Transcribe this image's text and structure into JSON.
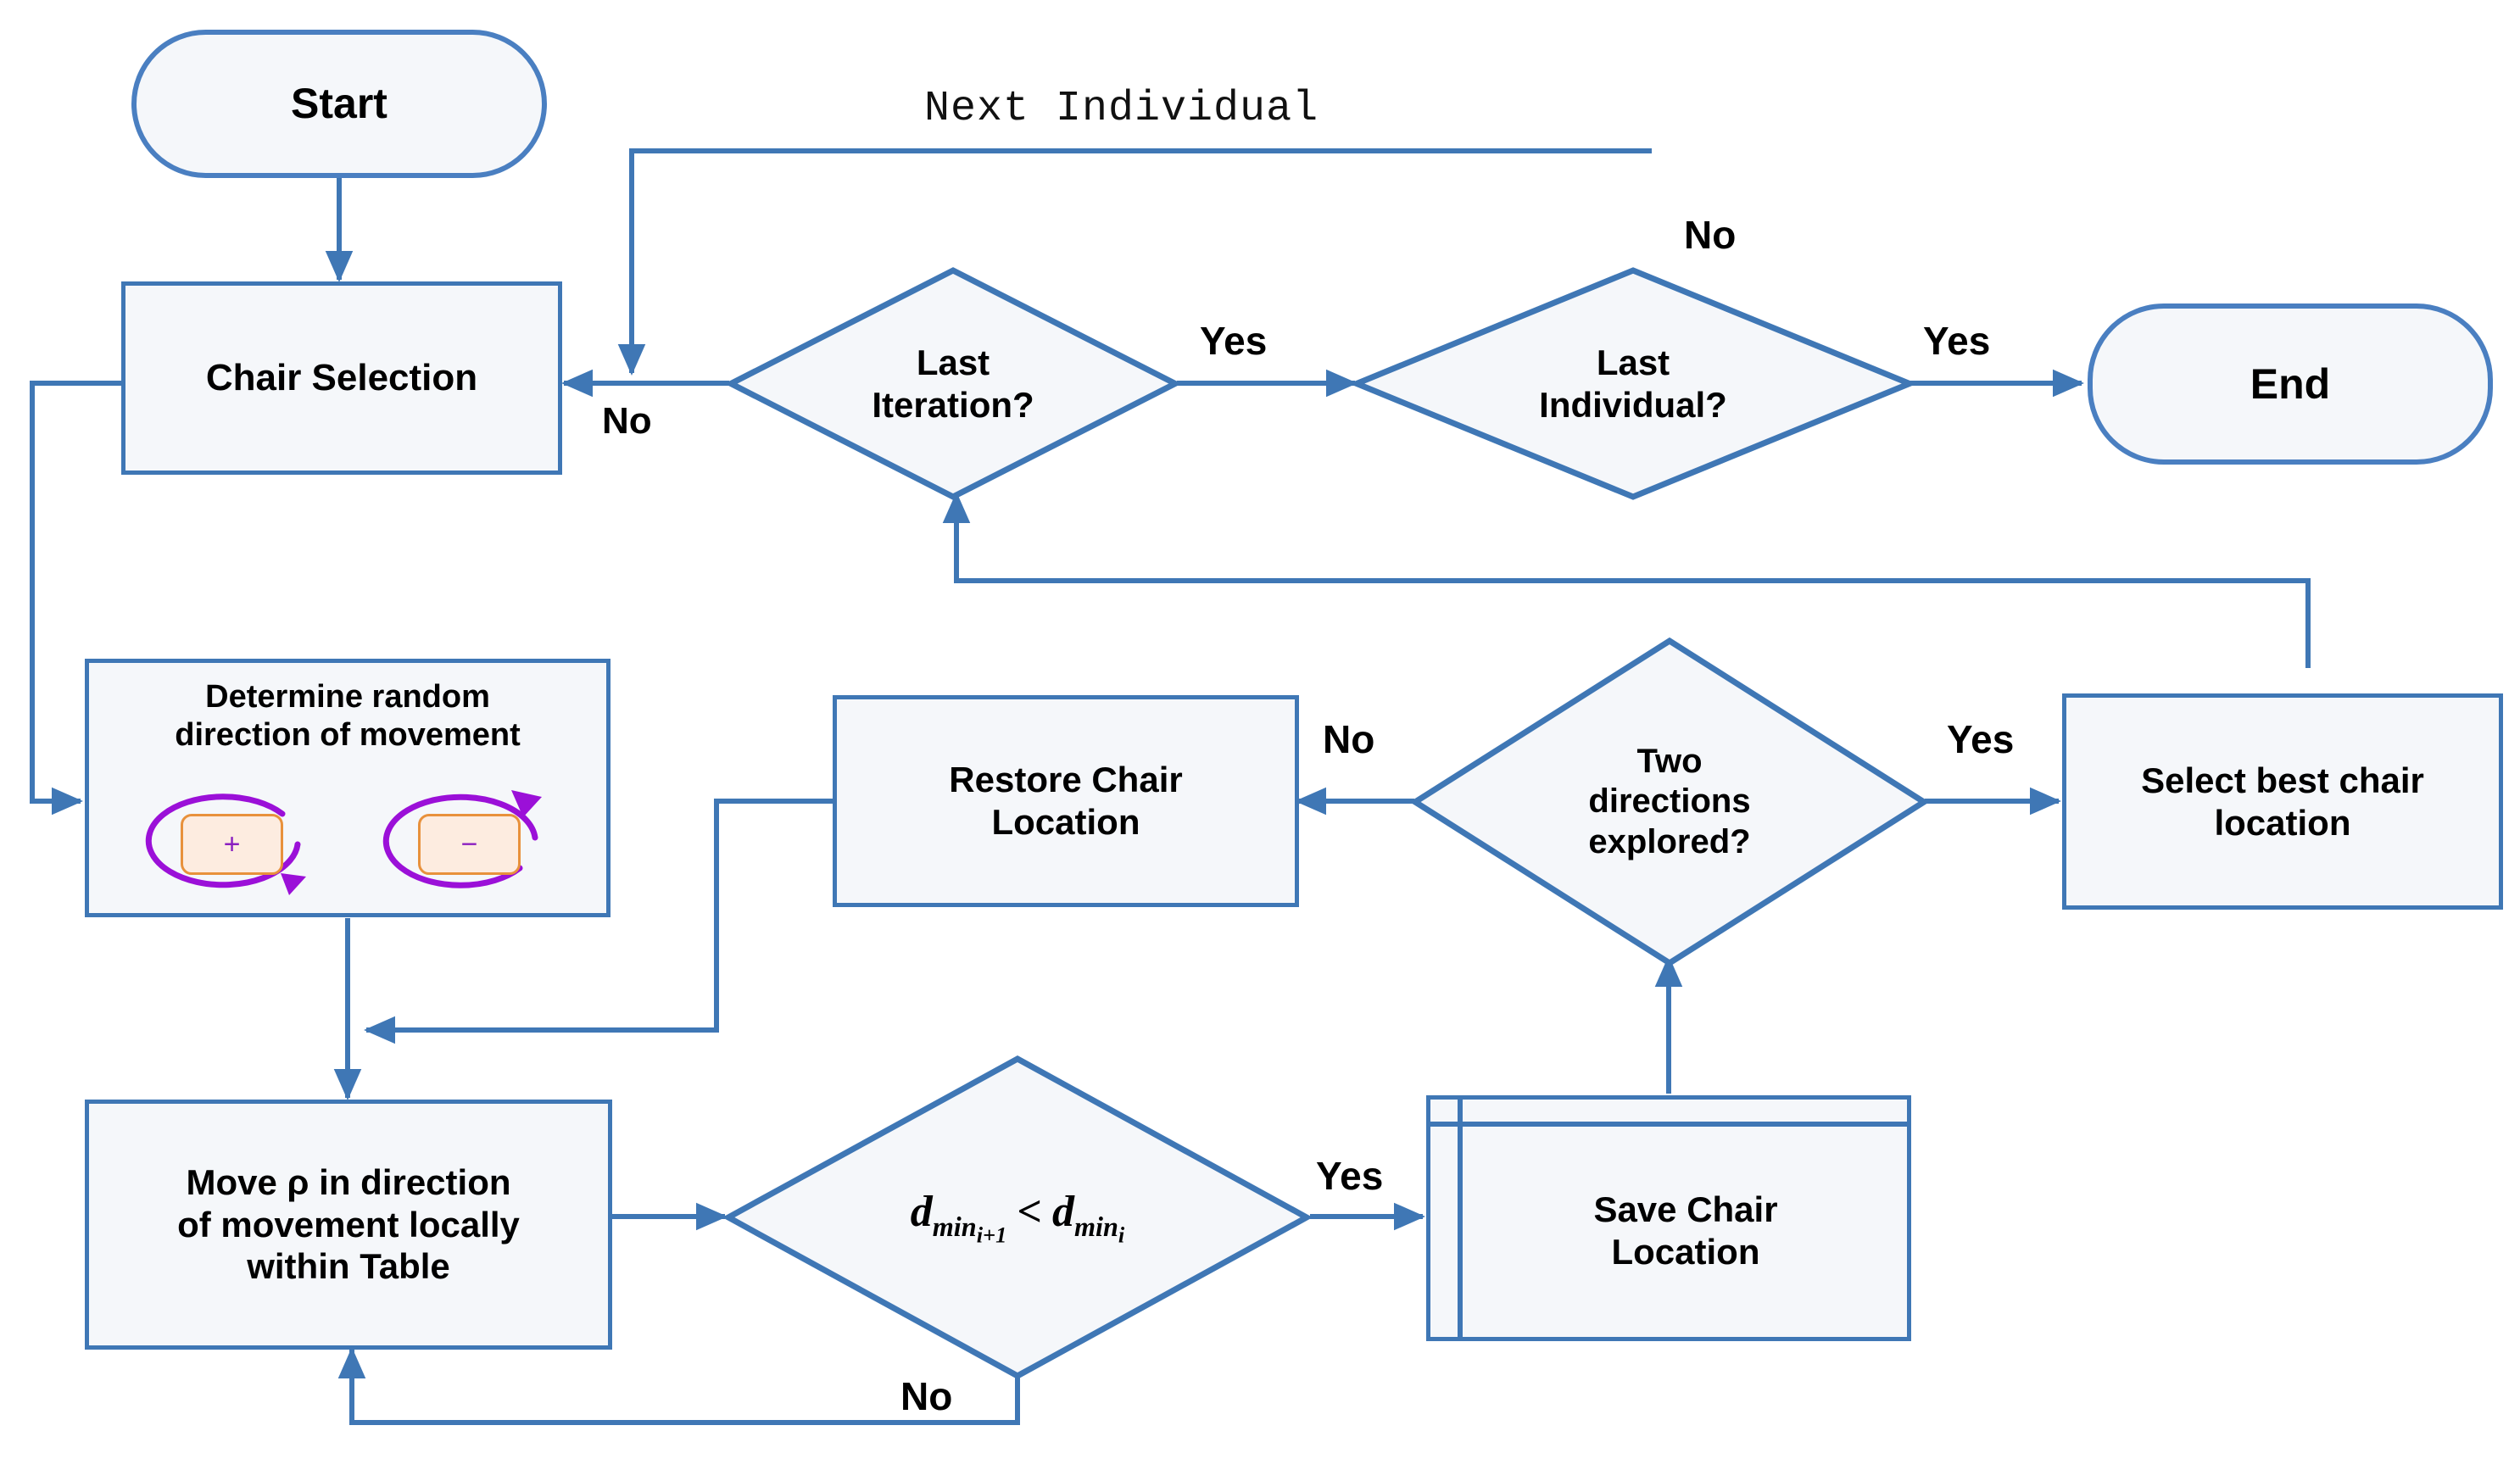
{
  "diagram": {
    "title": "Chair optimization flowchart",
    "colors": {
      "edge": "#3f77b5",
      "node_fill": "#f5f7fa",
      "node_stroke": "#3f77b5",
      "icon_purple": "#9b10d8",
      "icon_orange": "#e8913c",
      "icon_orange_fill": "#fdece0",
      "text": "#000000"
    },
    "nodes": {
      "start": {
        "label": "Start",
        "shape": "terminator"
      },
      "chair_selection": {
        "label": "Chair Selection",
        "shape": "process"
      },
      "last_iteration": {
        "label_line1": "Last",
        "label_line2": "Iteration?",
        "shape": "decision"
      },
      "last_individual": {
        "label_line1": "Last",
        "label_line2": "Individual?",
        "shape": "decision"
      },
      "end": {
        "label": "End",
        "shape": "terminator"
      },
      "determine_direction": {
        "label_line1": "Determine random",
        "label_line2": "direction of movement",
        "shape": "process",
        "icons": [
          {
            "name": "rotate-plus-icon",
            "sign": "+"
          },
          {
            "name": "rotate-minus-icon",
            "sign": "−"
          }
        ]
      },
      "restore_chair": {
        "label_line1": "Restore Chair",
        "label_line2": "Location",
        "shape": "process"
      },
      "two_directions": {
        "label_line1": "Two",
        "label_line2": "directions",
        "label_line3": "explored?",
        "shape": "decision"
      },
      "select_best": {
        "label_line1": "Select best chair",
        "label_line2": "location",
        "shape": "process"
      },
      "move_rho": {
        "label_line1": "Move ρ in direction",
        "label_line2": "of movement locally",
        "label_line3": "within Table",
        "shape": "process"
      },
      "dmin_compare": {
        "formula": "d_min_{i+1} < d_min_i",
        "lhs_base": "d",
        "lhs_sub": "min",
        "lhs_subsub": "i+1",
        "operator": "<",
        "rhs_base": "d",
        "rhs_sub": "min",
        "rhs_subsub": "i",
        "shape": "decision"
      },
      "save_chair": {
        "label_line1": "Save Chair",
        "label_line2": "Location",
        "shape": "stored-data"
      }
    },
    "edge_labels": {
      "next_individual": "Next Individual",
      "last_iteration_no": "No",
      "last_iteration_yes": "Yes",
      "last_individual_no": "No",
      "last_individual_yes": "Yes",
      "two_directions_no": "No",
      "two_directions_yes": "Yes",
      "dmin_yes": "Yes",
      "dmin_no": "No"
    }
  }
}
